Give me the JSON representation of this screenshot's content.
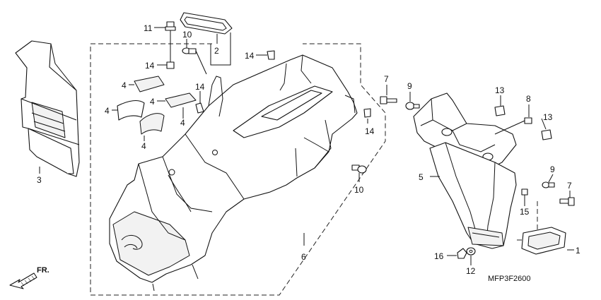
{
  "diagram": {
    "drawing_code": "MFP3F2600",
    "direction_label": "FR.",
    "callouts": {
      "c1": "1",
      "c2": "2",
      "c3": "3",
      "c4a": "4",
      "c4b": "4",
      "c4c": "4",
      "c4d": "4",
      "c5": "5",
      "c6": "6",
      "c7a": "7",
      "c7b": "7",
      "c8": "8",
      "c9a": "9",
      "c9b": "9",
      "c10a": "10",
      "c10b": "10",
      "c11": "11",
      "c12": "12",
      "c13a": "13",
      "c13b": "13",
      "c14a": "14",
      "c14b": "14",
      "c14c": "14",
      "c14d": "14",
      "c15": "15",
      "c16": "16"
    }
  }
}
